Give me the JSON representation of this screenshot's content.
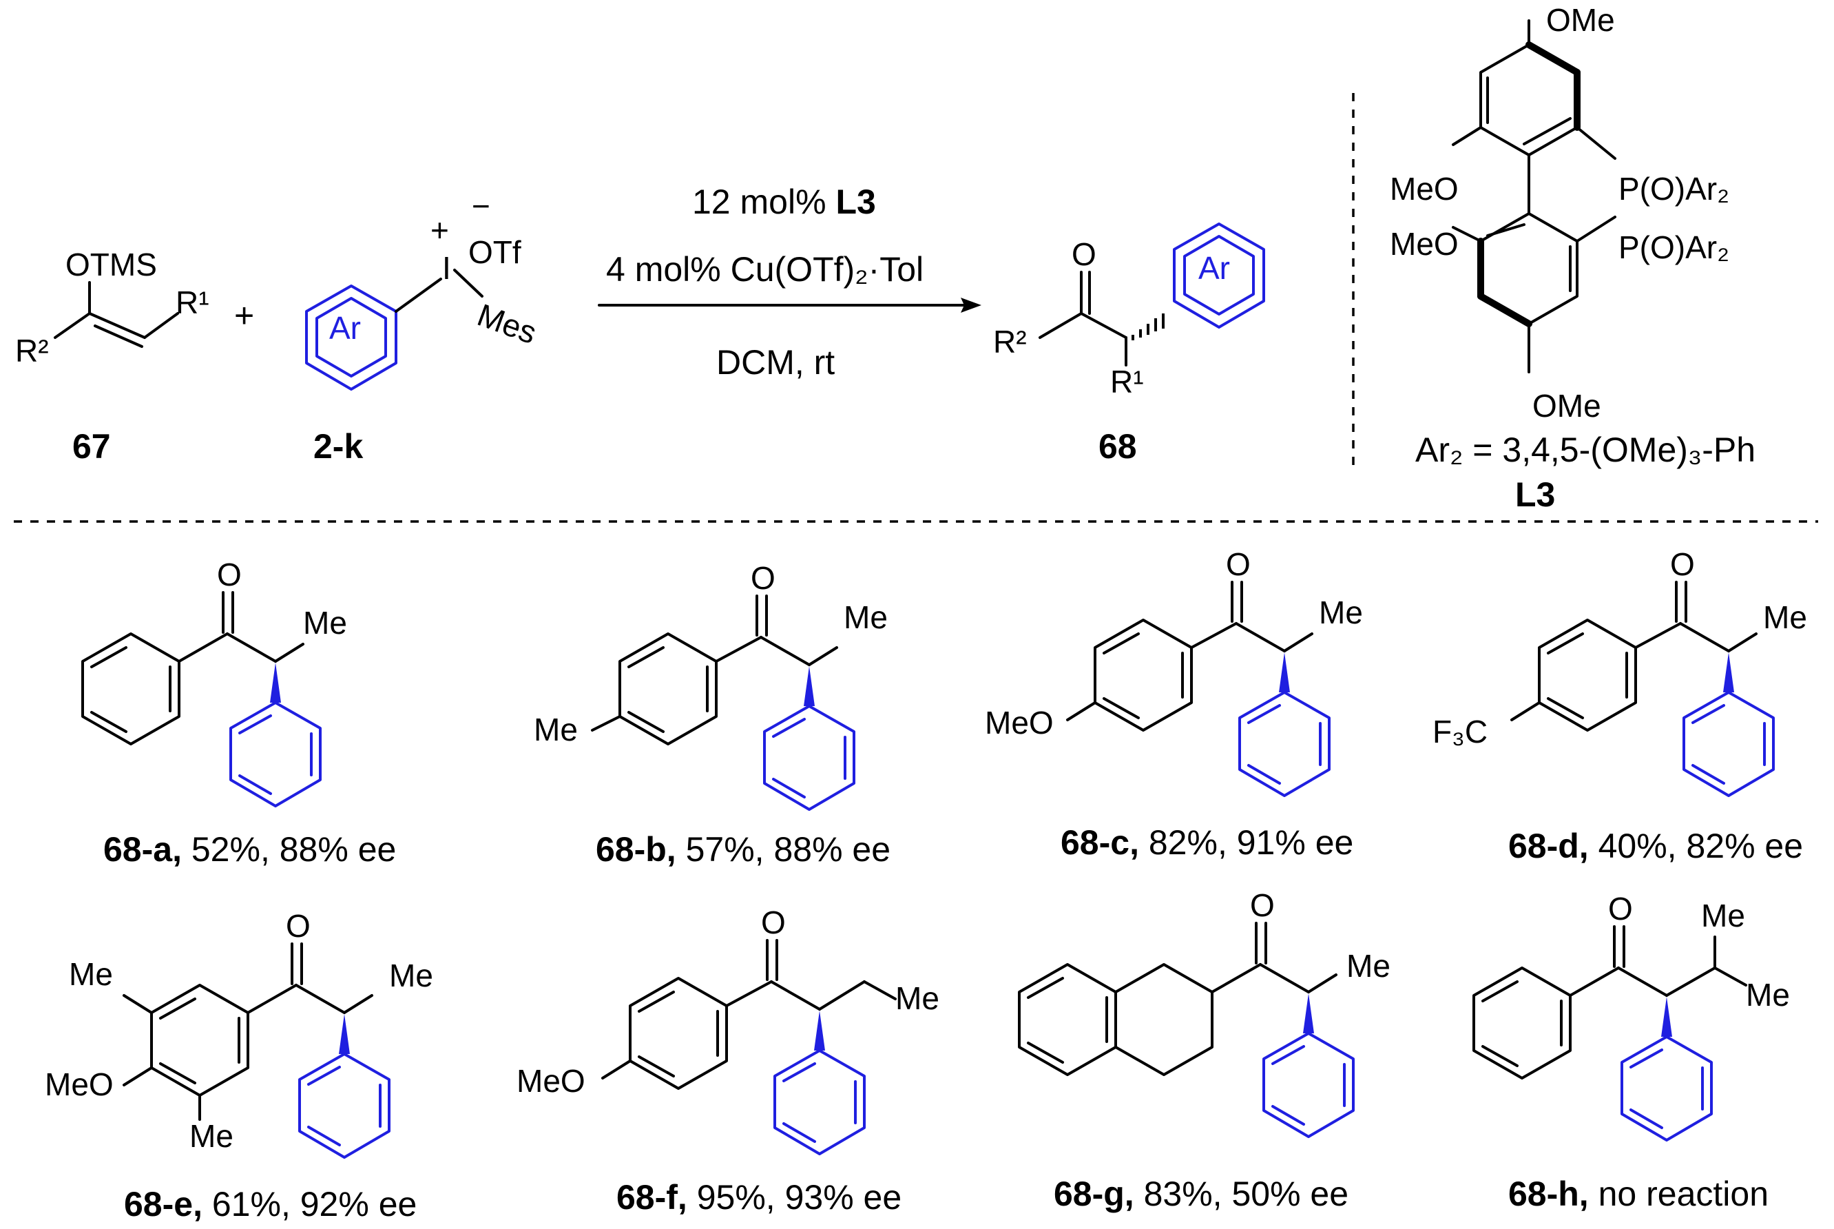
{
  "reaction": {
    "conditions_line1_prefix": "12 mol% ",
    "conditions_line1_ligand": "L3",
    "conditions_line2": "4 mol% Cu(OTf)₂·Tol",
    "conditions_line3": "DCM, rt",
    "plus": "+",
    "reactants": [
      {
        "id": "67",
        "group_top": "OTMS",
        "left": "R²",
        "right": "R¹"
      },
      {
        "id": "2-k",
        "ring": "Ar",
        "iodine": "I",
        "charge_pos": "+",
        "charge_neg": "−",
        "anion": "OTf",
        "aryl": "Mes"
      }
    ],
    "product": {
      "id": "68",
      "ring": "Ar",
      "left": "R²",
      "bottom": "R¹",
      "carbonyl": "O"
    }
  },
  "ligand": {
    "id": "L3",
    "groups": [
      "OMe",
      "MeO",
      "P(O)Ar₂",
      "MeO",
      "P(O)Ar₂",
      "OMe"
    ],
    "definition": "Ar₂ = 3,4,5-(OMe)₃-Ph"
  },
  "substrates": [
    {
      "id": "68-a,",
      "result": "52%, 88% ee",
      "atoms": [
        "O",
        "Me"
      ]
    },
    {
      "id": "68-b,",
      "result": "57%, 88% ee",
      "atoms": [
        "O",
        "Me",
        "Me"
      ]
    },
    {
      "id": "68-c,",
      "result": "82%, 91% ee",
      "atoms": [
        "O",
        "Me",
        "MeO"
      ]
    },
    {
      "id": "68-d,",
      "result": "40%, 82% ee",
      "atoms": [
        "O",
        "Me",
        "F₃C"
      ]
    },
    {
      "id": "68-e,",
      "result": "61%, 92% ee",
      "atoms": [
        "O",
        "Me",
        "Me",
        "MeO",
        "Me"
      ]
    },
    {
      "id": "68-f,",
      "result": "95%, 93% ee",
      "atoms": [
        "O",
        "Me",
        "MeO"
      ]
    },
    {
      "id": "68-g,",
      "result": "83%, 50% ee",
      "atoms": [
        "O",
        "Me"
      ]
    },
    {
      "id": "68-h,",
      "result": "no reaction",
      "atoms": [
        "O",
        "Me",
        "Me"
      ]
    }
  ]
}
